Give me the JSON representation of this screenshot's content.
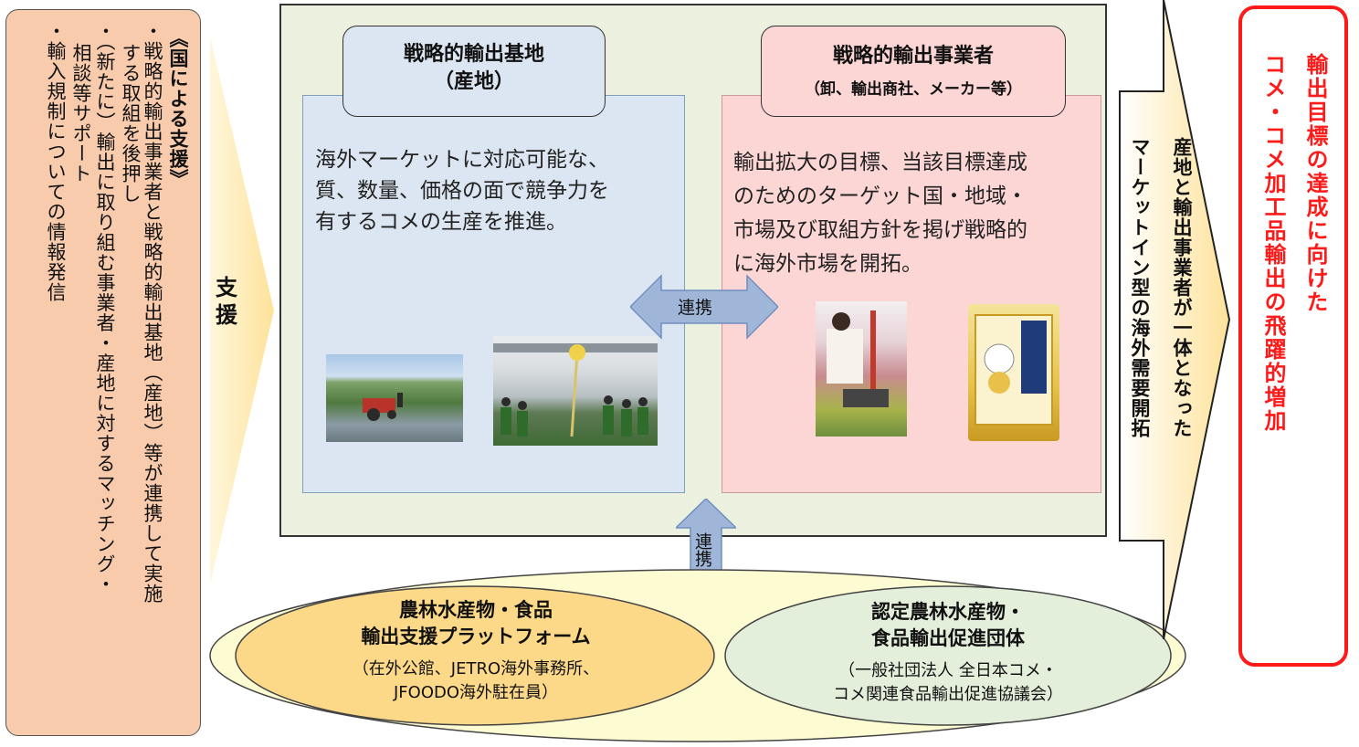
{
  "left_panel": {
    "title": "《国による支援》",
    "bullets": [
      {
        "mark": "・",
        "lines": [
          "戦略的輸出事業者と戦略的輸出基地（産地）等が連携して実施",
          "する取組を後押し"
        ]
      },
      {
        "mark": "・",
        "lines": [
          "（新たに）輸出に取り組む事業者・産地に対するマッチング・",
          "相談等サポート"
        ]
      },
      {
        "mark": "・",
        "lines": [
          "輸入規制についての情報発信"
        ]
      }
    ]
  },
  "support_label": [
    "支",
    "援"
  ],
  "base": {
    "header_line1": "戦略的輸出基地",
    "header_line2": "（産地）",
    "text_lines": [
      "海外マーケットに対応可能な、",
      "質、数量、価格の面で競争力を",
      "有するコメの生産を推進。"
    ]
  },
  "business": {
    "header_line1": "戦略的輸出事業者",
    "header_line2": "（卸、輸出商社、メーカー等）",
    "text_lines": [
      "輸出拡大の目標、当該目標達成",
      "のためのターゲット国・地域・",
      "市場及び取組方針を掲げ戦略的",
      "に海外市場を開拓。"
    ]
  },
  "renkei_horizontal": "連携",
  "renkei_vertical": "連携",
  "platform": {
    "title_line1": "農林水産物・食品",
    "title_line2": "輸出支援プラットフォーム",
    "sub_line1": "（在外公館、JETRO海外事務所、",
    "sub_line2": "JFOODO海外駐在員）"
  },
  "promotion": {
    "title_line1": "認定農林水産物・",
    "title_line2": "食品輸出促進団体",
    "sub_line1": "（一般社団法人 全日本コメ・",
    "sub_line2": "コメ関連食品輸出促進協議会）"
  },
  "market_in": {
    "col1": "産地と輸出事業者が一体となった",
    "col2": "マーケットイン型の海外需要開拓"
  },
  "goal": {
    "col1": "輸出目標の達成に向けた",
    "col2": "コメ・コメ加工品輸出の飛躍的増加"
  },
  "colors": {
    "left_panel": "#f8cbad",
    "main_box": "#ebf1de",
    "base_box": "#dce6f2",
    "business_box": "#fcd5d5",
    "goal_border": "#ff1a1a",
    "arrow_fill": "#9fb6d8",
    "support_arrow": "#fde9a8"
  }
}
